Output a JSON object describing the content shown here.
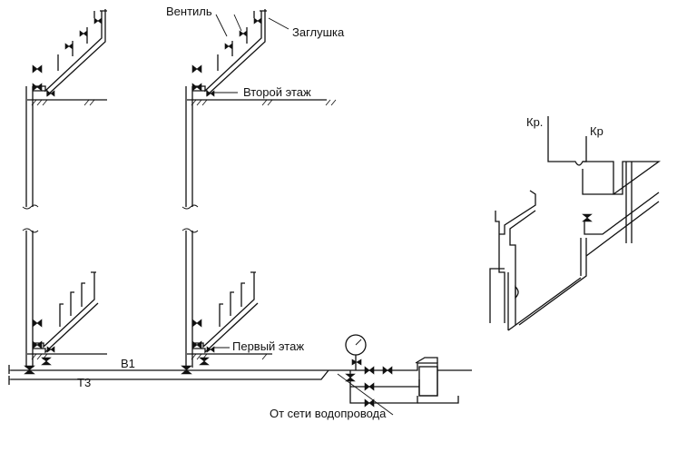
{
  "labels": {
    "ventil": "Вентиль",
    "zaglushka": "Заглушка",
    "vtoroy_etazh": "Второй этаж",
    "perviy_etazh": "Первый этаж",
    "b1": "В1",
    "t3": "Т3",
    "ot_seti": "От сети водопровода",
    "kr1": "Кр.",
    "kr2": "Кр"
  }
}
